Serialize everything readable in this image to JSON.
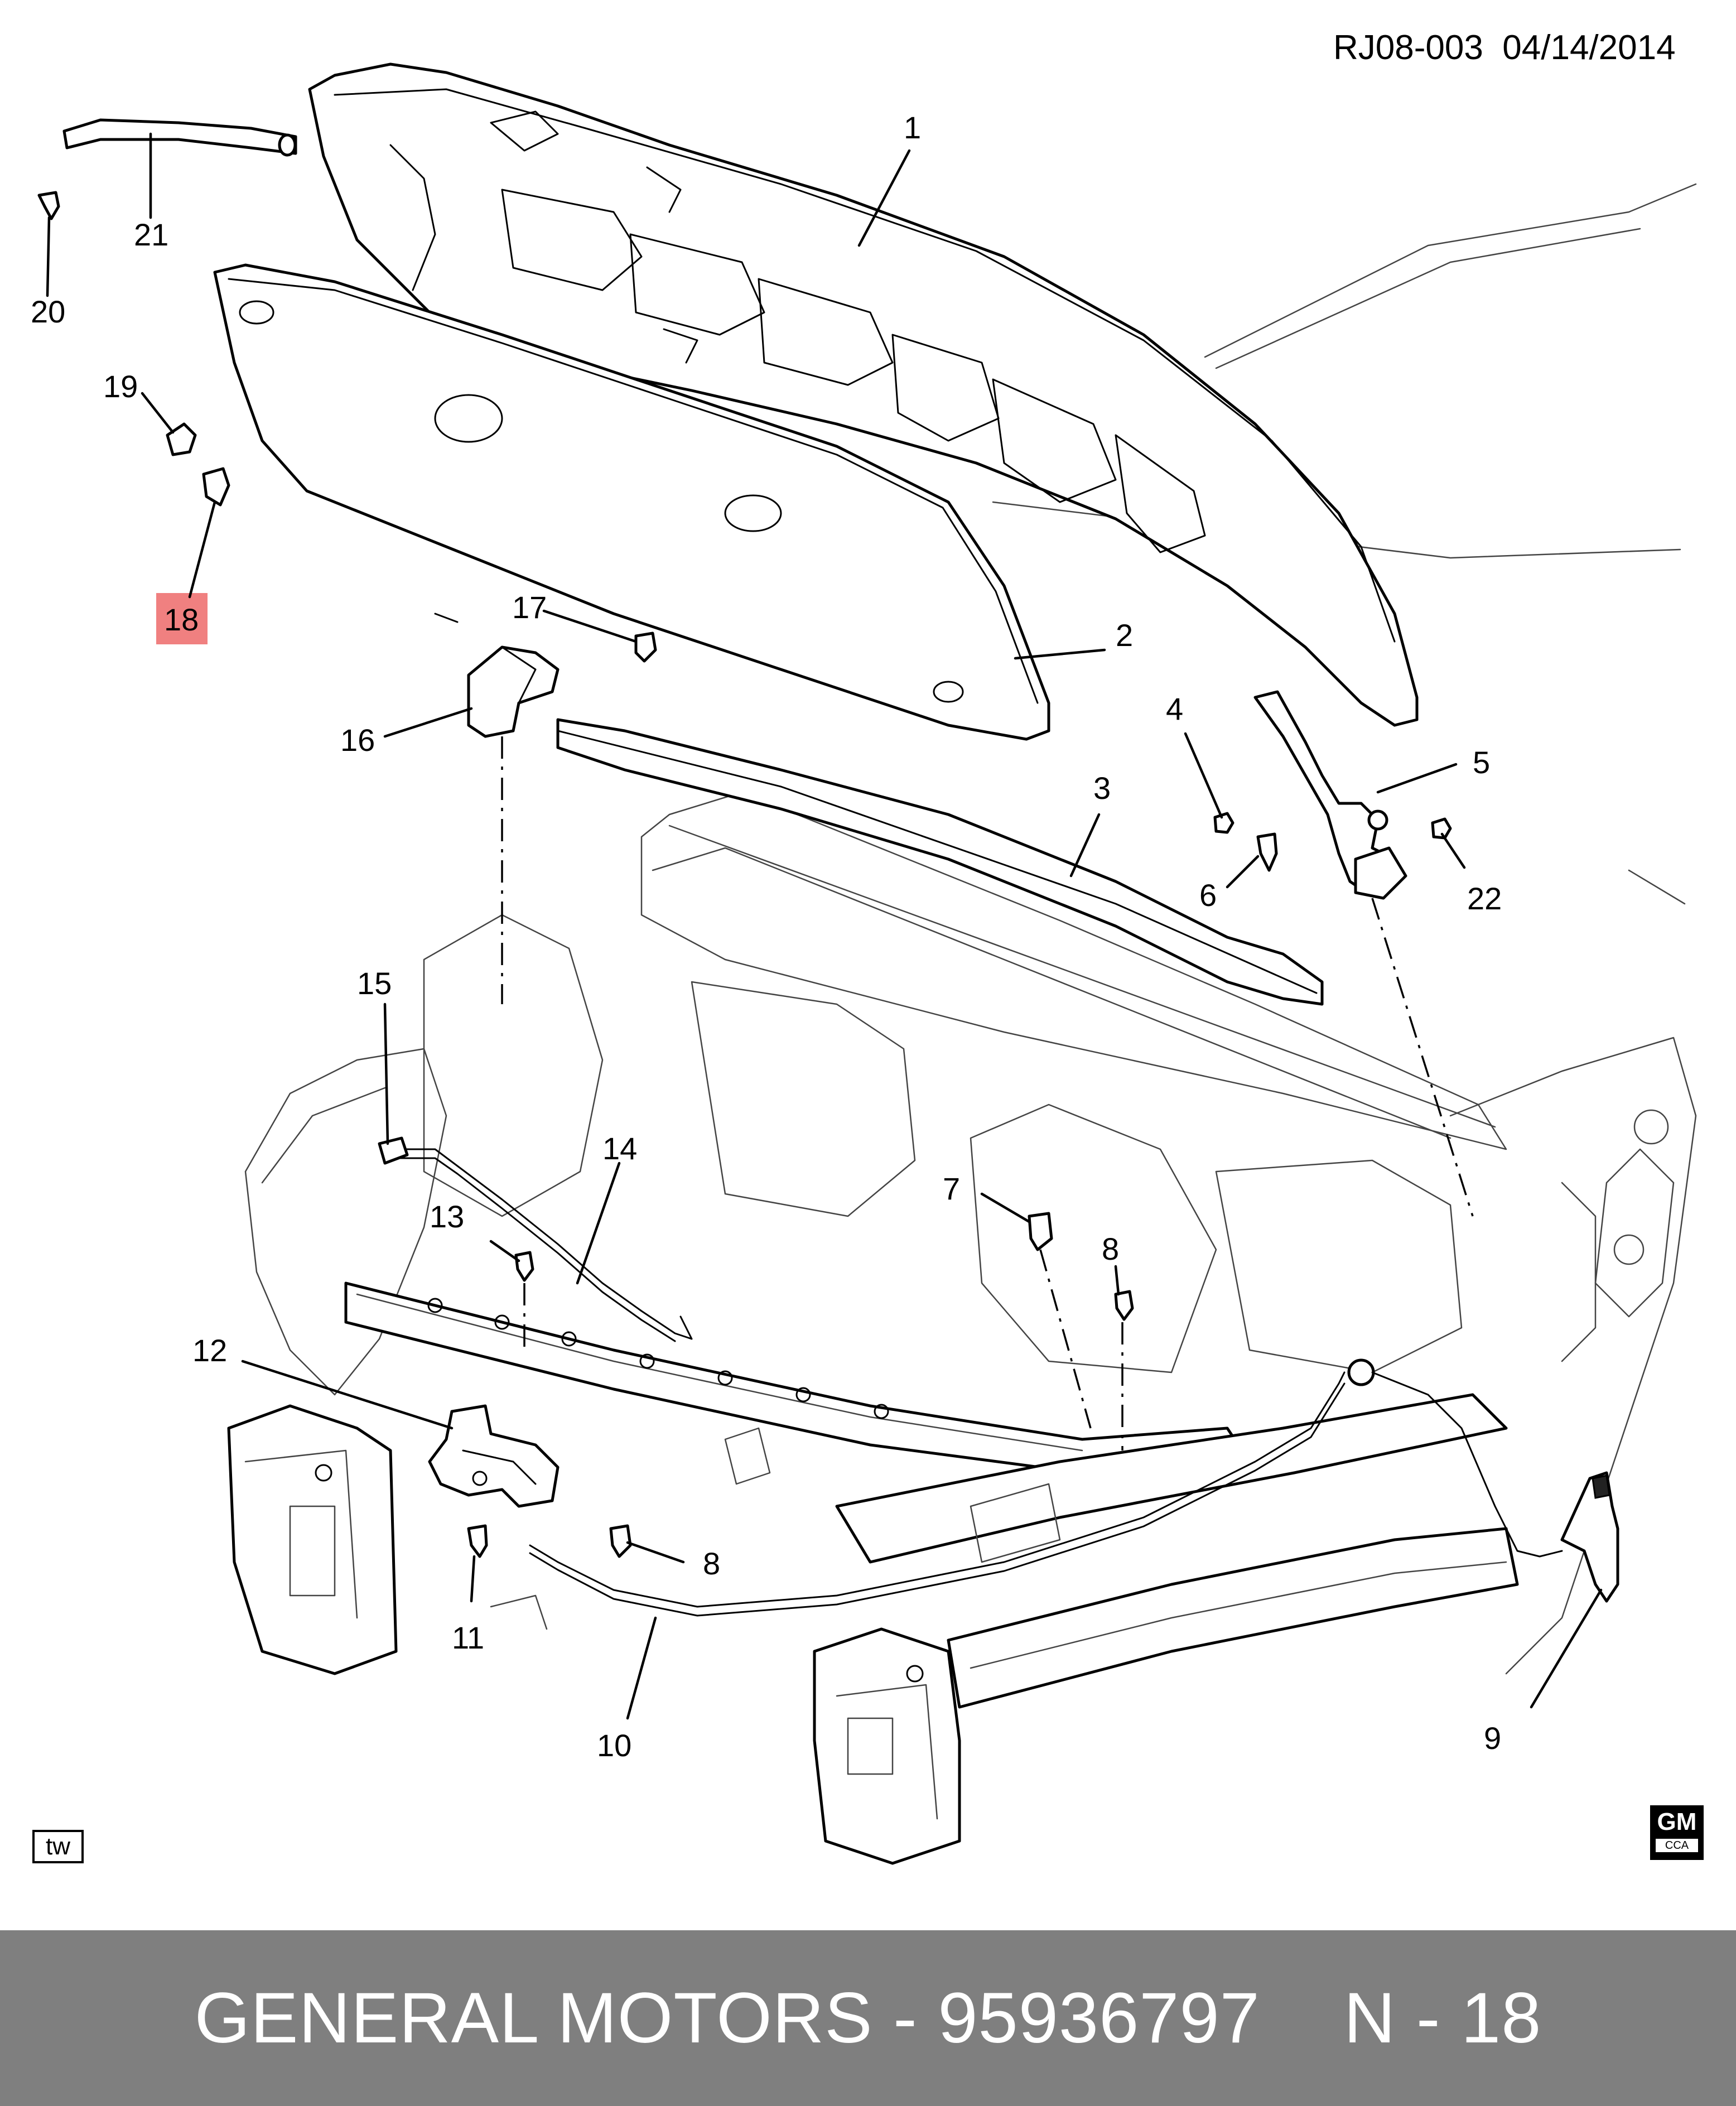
{
  "doc_ref": "RJ08-003  04/14/2014",
  "badge_tw": "tw",
  "logo": {
    "name": "gm-logo",
    "text": "GM",
    "sub": "CCA"
  },
  "footer": {
    "brand": "GENERAL MOTORS - 95936797",
    "page": "N - 18"
  },
  "highlight": {
    "callout": "18",
    "color": "#f08080"
  },
  "callouts": [
    {
      "id": "c1",
      "label": "1"
    },
    {
      "id": "c2",
      "label": "2"
    },
    {
      "id": "c3",
      "label": "3"
    },
    {
      "id": "c4",
      "label": "4"
    },
    {
      "id": "c5",
      "label": "5"
    },
    {
      "id": "c6",
      "label": "6"
    },
    {
      "id": "c7",
      "label": "7"
    },
    {
      "id": "c8a",
      "label": "8"
    },
    {
      "id": "c8b",
      "label": "8"
    },
    {
      "id": "c9",
      "label": "9"
    },
    {
      "id": "c10",
      "label": "10"
    },
    {
      "id": "c11",
      "label": "11"
    },
    {
      "id": "c12",
      "label": "12"
    },
    {
      "id": "c13",
      "label": "13"
    },
    {
      "id": "c14",
      "label": "14"
    },
    {
      "id": "c15",
      "label": "15"
    },
    {
      "id": "c16",
      "label": "16"
    },
    {
      "id": "c17",
      "label": "17"
    },
    {
      "id": "c18",
      "label": "18"
    },
    {
      "id": "c19",
      "label": "19"
    },
    {
      "id": "c20",
      "label": "20"
    },
    {
      "id": "c21",
      "label": "21"
    },
    {
      "id": "c22",
      "label": "22"
    }
  ]
}
